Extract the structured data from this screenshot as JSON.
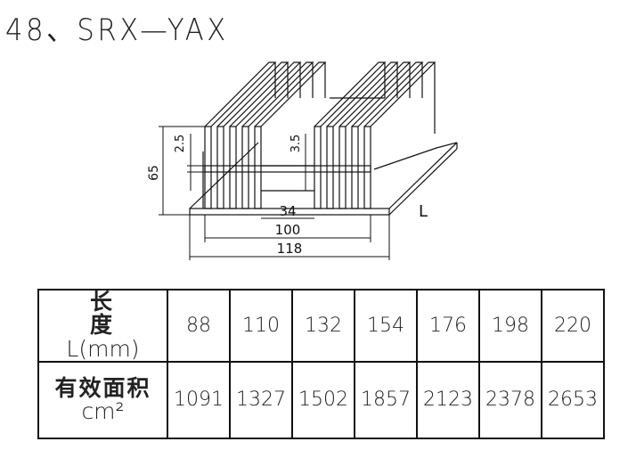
{
  "title": "48、SRX—YAX",
  "drawing": {
    "dims": {
      "height": "65",
      "base_thickness": "2.5",
      "fin_thickness": "3.5",
      "gap": "34",
      "inner_width": "100",
      "outer_width": "118",
      "length": "L"
    }
  },
  "table": {
    "row1": {
      "label_cn": "长 度",
      "label_unit": "L(mm)",
      "values": [
        "88",
        "110",
        "132",
        "154",
        "176",
        "198",
        "220"
      ]
    },
    "row2": {
      "label_cn": "有效面积",
      "label_unit": "cm²",
      "values": [
        "1091",
        "1327",
        "1502",
        "1857",
        "2123",
        "2378",
        "2653"
      ]
    }
  }
}
